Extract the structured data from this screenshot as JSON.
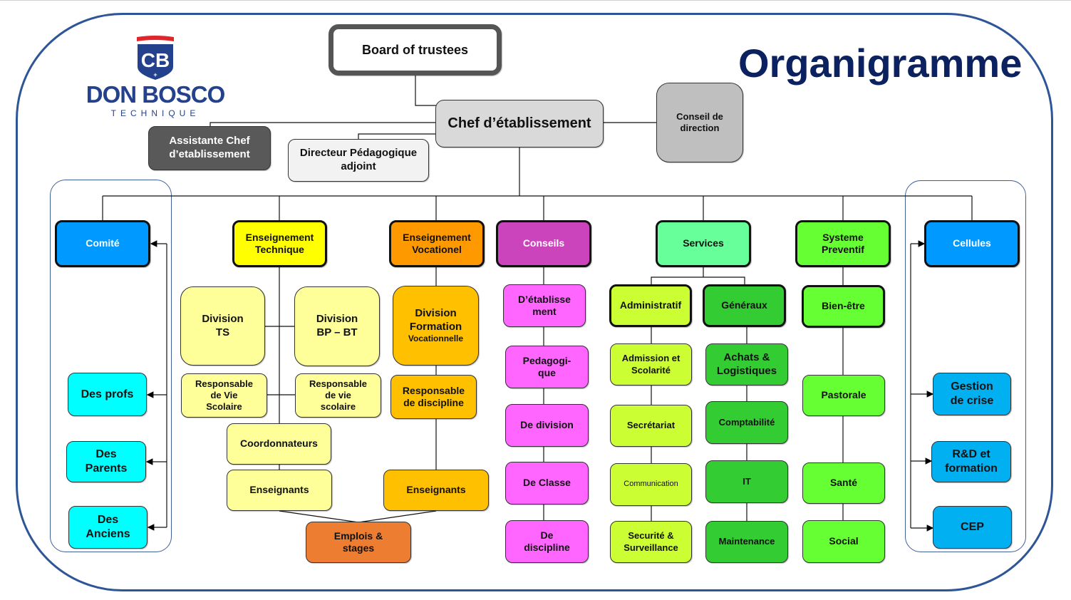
{
  "header": {
    "title": "Organigramme",
    "logo": {
      "name": "DON BOSCO",
      "subtitle": "TECHNIQUE",
      "emblem": "CB"
    }
  },
  "colors": {
    "frame": "#2e5597",
    "title": "#0b2160",
    "logo_blue": "#24418e",
    "logo_red": "#e0262a"
  },
  "top": {
    "board": "Board of trustees",
    "chef": "Chef d’établissement",
    "conseil_direction": "Conseil de\ndirection",
    "assistante": "Assistante Chef\nd’etablissement",
    "directeur_adjoint": "Directeur Pédagogique\nadjoint"
  },
  "departments": {
    "comite": {
      "label": "Comité",
      "children": [
        "Des profs",
        "Des\nParents",
        "Des\nAnciens"
      ]
    },
    "enseignement_technique": {
      "label": "Enseignement\nTechnique",
      "divisions": [
        "Division\nTS",
        "Division\nBP – BT"
      ],
      "responsables": [
        "Responsable\nde Vie\nScolaire",
        "Responsable\nde vie\nscolaire"
      ],
      "coordonnateurs": "Coordonnateurs",
      "enseignants": "Enseignants"
    },
    "enseignement_vocationel": {
      "label": "Enseignement\nVocationel",
      "division_title": "Division\nFormation",
      "division_sub": "Vocationnelle",
      "responsable": "Responsable\nde discipline",
      "enseignants": "Enseignants"
    },
    "emplois": "Emplois &\nstages",
    "conseils": {
      "label": "Conseils",
      "children": [
        "D’établisse\nment",
        "Pedagogi-\nque",
        "De division",
        "De Classe",
        "De\ndiscipline"
      ]
    },
    "services": {
      "label": "Services",
      "administratif": {
        "label": "Administratif",
        "children": [
          "Admission et\nScolarité",
          "Secrétariat",
          "Communication",
          "Securité &\nSurveillance"
        ]
      },
      "generaux": {
        "label": "Généraux",
        "children": [
          "Achats &\nLogistiques",
          "Comptabilité",
          "IT",
          "Maintenance"
        ]
      }
    },
    "systeme_preventif": {
      "label": "Systeme\nPreventif",
      "children": [
        "Bien-être",
        "Pastorale",
        "Santé",
        "Social"
      ]
    },
    "cellules": {
      "label": "Cellules",
      "children": [
        "Gestion\nde crise",
        "R&D et\nformation",
        "CEP"
      ]
    }
  }
}
